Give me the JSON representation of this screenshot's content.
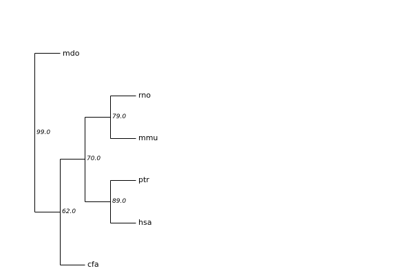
{
  "tree": {
    "leaves": {
      "mdo": "mdo",
      "rno": "rno",
      "mmu": "mmu",
      "ptr": "ptr",
      "hsa": "hsa",
      "cfa": "cfa"
    },
    "support": {
      "root": "99.0",
      "rno_mmu": "79.0",
      "rodent_primate": "70.0",
      "ptr_hsa": "89.0",
      "eutheria": "62.0"
    },
    "newick": "(mdo,(((rno,mmu)79.0,(ptr,hsa)89.0)70.0,cfa)62.0)99.0;"
  }
}
